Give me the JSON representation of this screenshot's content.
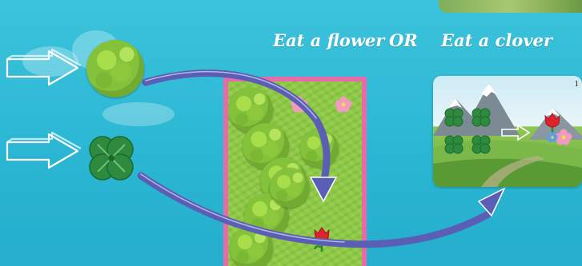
{
  "headings": {
    "option_a": "Eat a flower",
    "or": "OR",
    "option_b": "Eat a clover"
  },
  "card": {
    "page_number": "1"
  },
  "icons": [
    "arrow-outline-icon",
    "bush-token-icon",
    "clover-token-icon",
    "flower-icon",
    "tulip-icon",
    "mountain-icon"
  ],
  "colors": {
    "background": "#2ab6d3",
    "board_border": "#e86aa8",
    "path_arrow": "#5a5fb5",
    "grass": "#8dca43"
  }
}
